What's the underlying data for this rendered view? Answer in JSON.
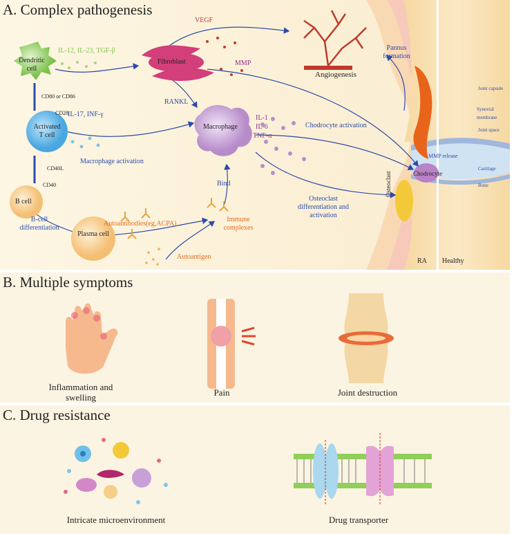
{
  "panel_a": {
    "title": "A. Complex pathogenesis",
    "cells": {
      "dendritic": "Dendritic cell",
      "activated_t": "Activated T cell",
      "b_cell": "B cell",
      "plasma": "Plasma cell",
      "fibroblast": "Fibroblast",
      "macrophage": "Macrophage",
      "chodrocyte": "Chodrocyte",
      "osteoclast": "Osteoclast"
    },
    "molecules": {
      "dc_cytokines": "IL-12, IL-23, TGF-β",
      "cd80": "CD80 or CD86",
      "cd28": "CD28",
      "t_cytokines": "IL-17, INF-γ",
      "cd40l": "CD40L",
      "cd40": "CD40",
      "vegf": "VEGF",
      "mmp": "MMP",
      "rankl": "RANKL",
      "il1": "IL-1",
      "il6": "IL-6",
      "tnf": "TNF-α",
      "autoantibodies": "Autoantibodies(eg,ACPA)",
      "immune_complexes": "Immune complexes",
      "autoantigen": "Autoantigen"
    },
    "processes": {
      "angiogenesis": "Angiogenesis",
      "pannus": "Pannus formation",
      "macrophage_activation": "Macrophage activation",
      "chodrocyte_activation": "Chodrocyte activation",
      "osteoclast_diff": "Osteoclast differentiation and activation",
      "b_diff": "B-cell differentiation",
      "bind": "Bind",
      "mmp_release": "MMP release"
    },
    "joint": {
      "ra": "RA",
      "healthy": "Healthy",
      "capsule": "Joint capsule",
      "synovial": "Synovial membrane",
      "space": "Joint space",
      "cartilage": "Cartilage",
      "bone": "Bone"
    }
  },
  "panel_b": {
    "title": "B. Multiple symptoms",
    "items": [
      "Inflammation and swelling",
      "Pain",
      "Joint destruction"
    ]
  },
  "panel_c": {
    "title": "C. Drug resistance",
    "items": [
      "Intricate microenvironment",
      "Drug transporter"
    ]
  },
  "colors": {
    "arrow": "#2c4aa8",
    "t_cell": "#5ab4e6",
    "b_cell": "#f7c98a",
    "fibroblast": "#c2185b",
    "macrophage": "#c6a0d6",
    "dendritic": "#8fcf5a",
    "pannus": "#e8641a"
  }
}
